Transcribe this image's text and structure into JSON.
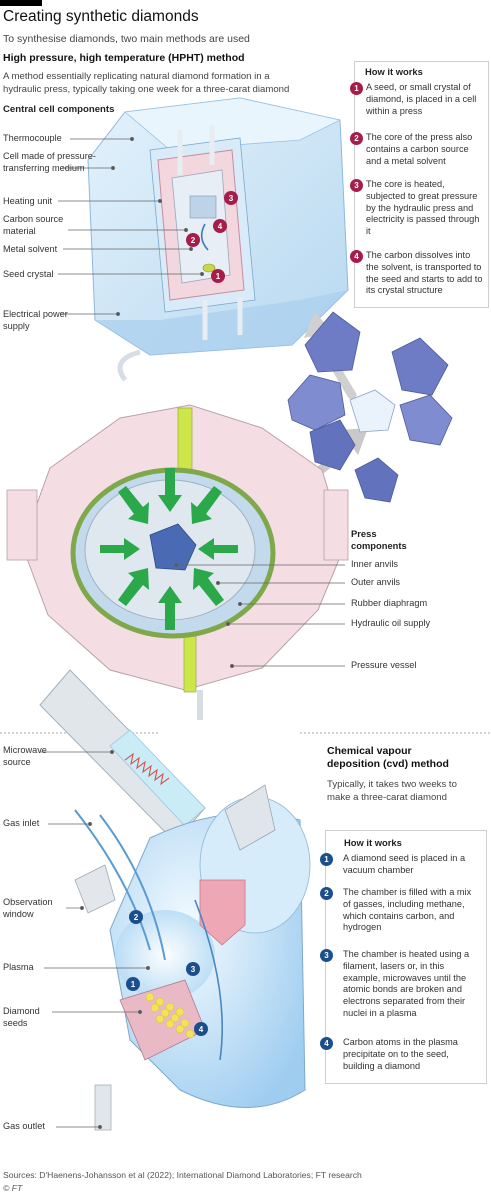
{
  "header": {
    "title": "Creating synthetic diamonds",
    "subtitle": "To synthesise diamonds, two main methods are used"
  },
  "hpht": {
    "heading": "High pressure, high temperature (HPHT) method",
    "description": "A method essentially replicating natural diamond formation in a hydraulic press, typically taking one week for a three-carat diamond",
    "central_cell_heading": "Central cell components",
    "cell_labels": [
      "Thermocouple",
      "Cell made of pressure-transferring medium",
      "Heating unit",
      "Carbon source material",
      "Metal solvent",
      "Seed crystal",
      "Electrical power supply"
    ],
    "how_it_works_title": "How it works",
    "steps": [
      {
        "num": "1",
        "text": "A seed, or small crystal of diamond, is placed in a cell within a press"
      },
      {
        "num": "2",
        "text": "The core of the press also contains a carbon source and a metal solvent"
      },
      {
        "num": "3",
        "text": "The core is heated, subjected to great pressure by the hydraulic press and electricity is passed through it"
      },
      {
        "num": "4",
        "text": "The carbon dissolves into the solvent, is transported to the seed and starts to add to its crystal structure"
      }
    ],
    "press_heading": "Press components",
    "press_labels": [
      "Inner anvils",
      "Outer anvils",
      "Rubber diaphragm",
      "Hydraulic oil supply",
      "Pressure vessel"
    ]
  },
  "cvd": {
    "heading": "Chemical vapour deposition (cvd) method",
    "description": "Typically, it takes two weeks to make a three-carat diamond",
    "labels": [
      "Microwave source",
      "Gas inlet",
      "Observation window",
      "Plasma",
      "Diamond seeds",
      "Gas outlet"
    ],
    "how_it_works_title": "How it works",
    "steps": [
      {
        "num": "1",
        "text": "A diamond seed is placed in a vacuum chamber"
      },
      {
        "num": "2",
        "text": "The chamber is filled with a mix of gasses, including methane, which contains carbon, and hydrogen"
      },
      {
        "num": "3",
        "text": "The chamber is heated using a filament, lasers or, in this example, microwaves until the atomic bonds are broken and electrons separated from their nuclei in a plasma"
      },
      {
        "num": "4",
        "text": "Carbon atoms in the plasma precipitate on to the seed, building a diamond"
      }
    ]
  },
  "footer": {
    "sources": "Sources: D'Haenens-Johansson et al (2022);  International Diamond Laboratories; FT research",
    "copyright": "© FT"
  },
  "colors": {
    "badge_red": "#a61d4a",
    "badge_blue": "#1a4f8c",
    "cell_blue": "#cfe6f7",
    "press_pink": "#f1d9df",
    "arrow_green": "#2aa84a"
  }
}
